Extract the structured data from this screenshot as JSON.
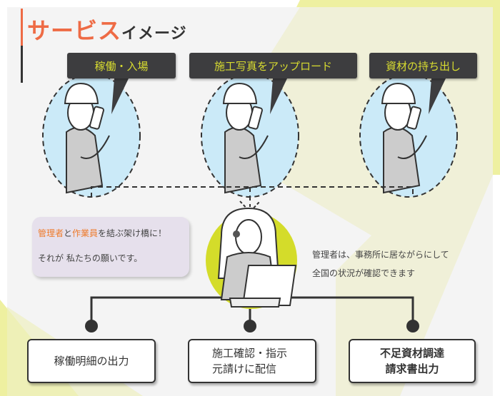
{
  "title": {
    "main": "サービス",
    "sub": "イメージ"
  },
  "workers": [
    {
      "label": "稼働・入場"
    },
    {
      "label": "施工写真をアップロード"
    },
    {
      "label": "資材の持ち出し"
    }
  ],
  "bridge": {
    "part1": "管理者",
    "part2": "と",
    "part3": "作業員",
    "part4": "を結ぶ架け橋に！",
    "line2": "それが 私たちの願いです。"
  },
  "manager_note": {
    "line1": "管理者は、事務所に居ながらにして",
    "line2": "全国の状況が確認できます"
  },
  "outputs": [
    {
      "line1": "稼働明細の出力",
      "line2": ""
    },
    {
      "line1": "施工確認・指示",
      "line2": "元請けに配信"
    },
    {
      "line1": "不足資材調達",
      "line2": "請求書出力"
    }
  ],
  "colors": {
    "accent": "#ee6b45",
    "yellow": "#d4dc2a",
    "circle": "#cbeaf8",
    "tag_bg": "#3d3d3f"
  }
}
